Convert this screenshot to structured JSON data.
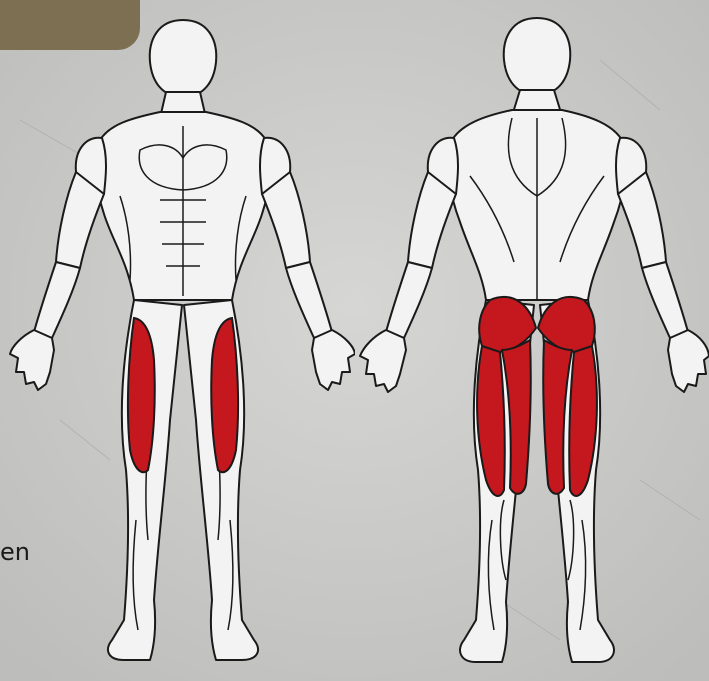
{
  "caption_fragment": "en",
  "colors": {
    "background": "#c9c9c7",
    "tab": "#7d6f52",
    "outline": "#1a1a1a",
    "muscle_fill": "#f3f3f3",
    "highlight": "#c4171e"
  },
  "views": [
    {
      "name": "front",
      "highlighted_muscles": [
        "left-outer-thigh",
        "right-outer-thigh"
      ]
    },
    {
      "name": "back",
      "highlighted_muscles": [
        "glute-left",
        "glute-right",
        "hamstring-left-outer",
        "hamstring-left-inner",
        "hamstring-right-inner",
        "hamstring-right-outer"
      ]
    }
  ]
}
